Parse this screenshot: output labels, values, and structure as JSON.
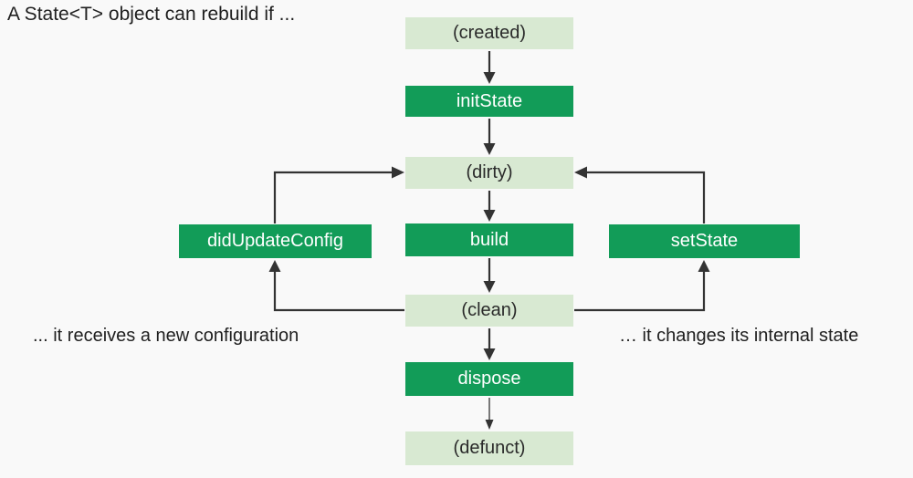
{
  "title": "A State<T> object can rebuild if ...",
  "colors": {
    "background": "#f9f9f9",
    "method_box": "#129c58",
    "method_text": "#ffffff",
    "state_box": "#d8e9d2",
    "state_text": "#2a2a2a",
    "arrow": "#333333"
  },
  "nodes": {
    "created": {
      "label": "(created)",
      "type": "lifecycle-state"
    },
    "initState": {
      "label": "initState",
      "type": "method"
    },
    "dirty": {
      "label": "(dirty)",
      "type": "lifecycle-state"
    },
    "build": {
      "label": "build",
      "type": "method"
    },
    "clean": {
      "label": "(clean)",
      "type": "lifecycle-state"
    },
    "dispose": {
      "label": "dispose",
      "type": "method"
    },
    "defunct": {
      "label": "(defunct)",
      "type": "lifecycle-state"
    },
    "didUpdateConfig": {
      "label": "didUpdateConfig",
      "type": "method"
    },
    "setState": {
      "label": "setState",
      "type": "method"
    }
  },
  "edges": [
    {
      "from": "created",
      "to": "initState"
    },
    {
      "from": "initState",
      "to": "dirty"
    },
    {
      "from": "dirty",
      "to": "build"
    },
    {
      "from": "build",
      "to": "clean"
    },
    {
      "from": "clean",
      "to": "dispose"
    },
    {
      "from": "dispose",
      "to": "defunct"
    },
    {
      "from": "didUpdateConfig",
      "to": "dirty"
    },
    {
      "from": "clean",
      "to": "didUpdateConfig"
    },
    {
      "from": "setState",
      "to": "dirty"
    },
    {
      "from": "clean",
      "to": "setState"
    }
  ],
  "captions": {
    "left": "... it receives a new configuration",
    "right": "… it changes its internal state"
  }
}
